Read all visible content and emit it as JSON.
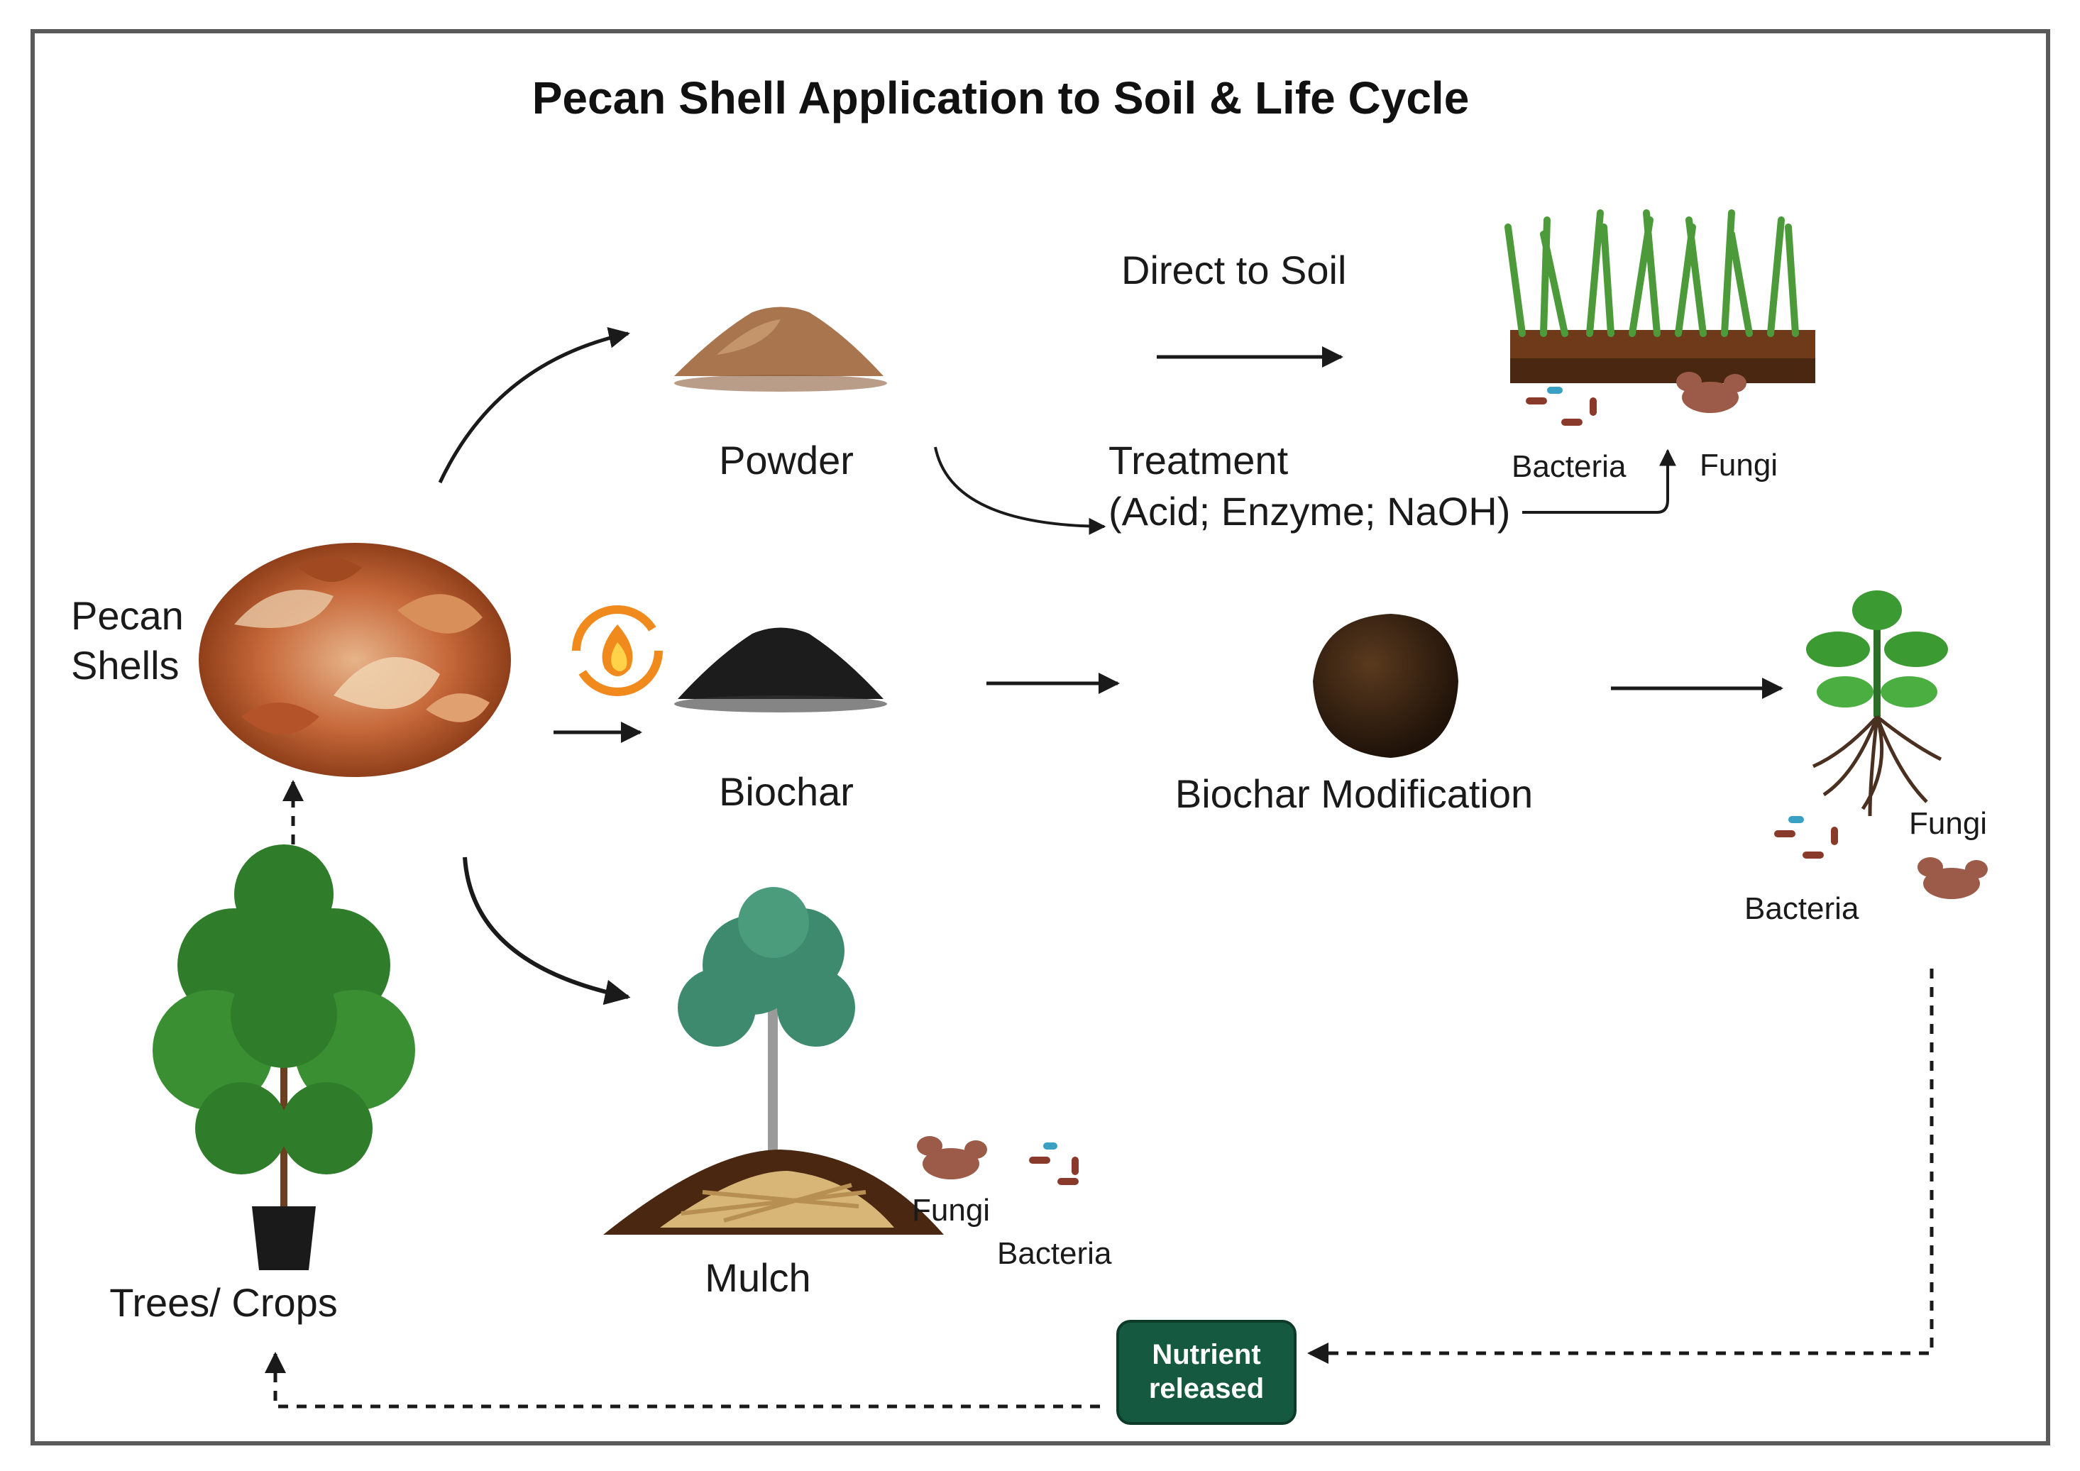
{
  "title": "Pecan Shell Application to Soil &  Life Cycle",
  "nodes": {
    "pecan_shells": [
      "Pecan",
      "Shells"
    ],
    "powder": "Powder",
    "biochar": "Biochar",
    "mulch": "Mulch",
    "direct_to_soil": "Direct to Soil",
    "treatment": [
      "Treatment",
      "(Acid; Enzyme; NaOH)"
    ],
    "biochar_modification": "Biochar Modification",
    "trees_crops": "Trees/ Crops",
    "bacteria": "Bacteria",
    "fungi": "Fungi",
    "nutrient_released": [
      "Nutrient",
      "released"
    ]
  },
  "colors": {
    "frame": "#5a5a5a",
    "arrow": "#1a1a1a",
    "nutrient_box": "#155a40",
    "soil_dark": "#4a2710",
    "soil_brown": "#6e3a1a",
    "grass": "#4c9a3a",
    "powder": "#a8754f",
    "biochar": "#1c1c1c",
    "fire": "#f08a1c",
    "pecan": "#c6683a",
    "tree_green": "#2f7d2a",
    "mulch_tree": "#3d8a6e",
    "fungi": "#9b5b48"
  },
  "icons": [
    "pecan-shells-icon",
    "powder-pile-icon",
    "biochar-pile-icon",
    "fire-cycle-icon",
    "soil-grass-icon",
    "biochar-ball-icon",
    "seedling-icon",
    "tree-pot-icon",
    "mulch-tree-icon",
    "bacteria-icon",
    "fungi-icon"
  ]
}
